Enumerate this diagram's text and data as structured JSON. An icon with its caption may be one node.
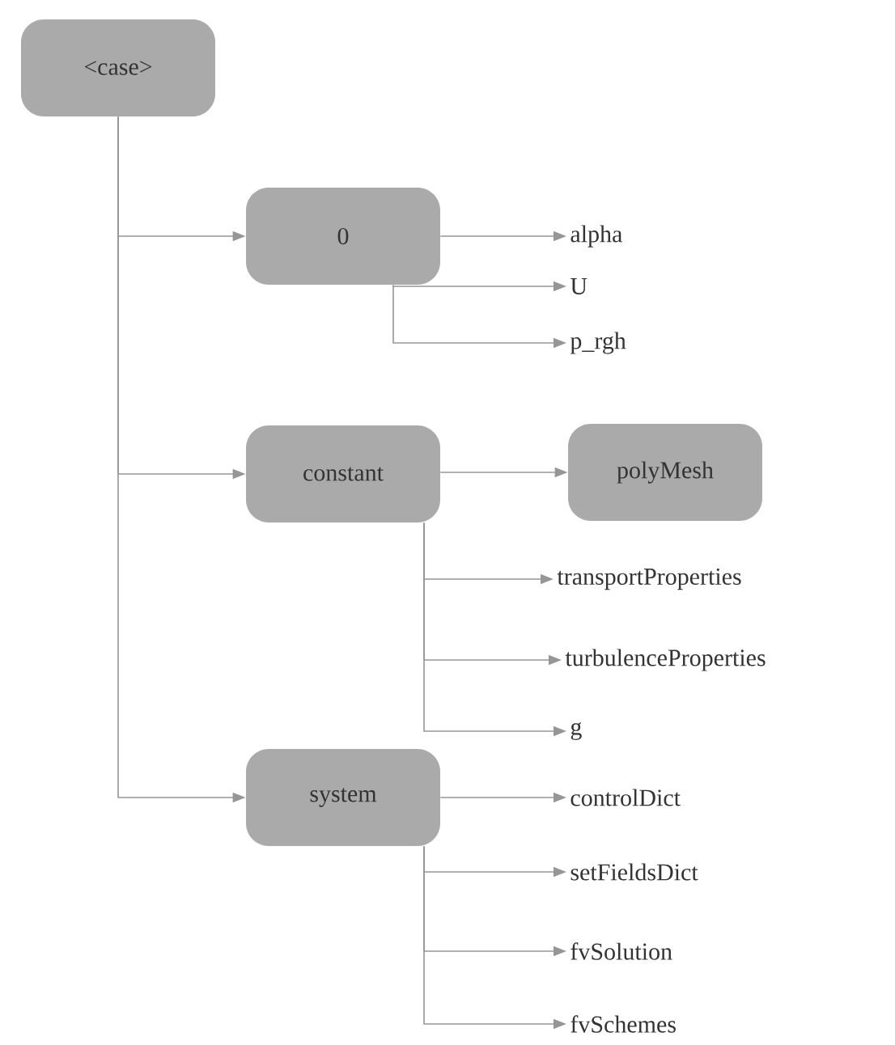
{
  "diagram": {
    "nodes": [
      {
        "text": [
          "<case>"
        ]
      },
      {
        "text": [
          "0"
        ]
      },
      {
        "text": [
          "alpha"
        ]
      },
      {
        "text": [
          "U"
        ]
      },
      {
        "text": [
          "p_rgh"
        ]
      },
      {
        "text": [
          "constant"
        ]
      },
      {
        "text": [
          "polyMesh"
        ]
      },
      {
        "text": [
          "transportProperties"
        ]
      },
      {
        "text": [
          "turbulenceProperties"
        ]
      },
      {
        "text": [
          "g"
        ]
      },
      {
        "text": [
          "system"
        ]
      },
      {
        "text": [
          "controlDict"
        ]
      },
      {
        "text": [
          "setFieldsDict"
        ]
      },
      {
        "text": [
          "fvSolution"
        ]
      },
      {
        "text": [
          "fvSchemes"
        ]
      }
    ],
    "edges": [
      {
        "from": 0,
        "to": 1,
        "arrow": "to"
      },
      {
        "from": 0,
        "to": 5,
        "arrow": "to"
      },
      {
        "from": 0,
        "to": 10,
        "arrow": "to"
      },
      {
        "from": 1,
        "to": 2,
        "arrow": "to"
      },
      {
        "from": 1,
        "to": 3,
        "arrow": "to"
      },
      {
        "from": 1,
        "to": 4,
        "arrow": "to"
      },
      {
        "from": 5,
        "to": 6,
        "arrow": "to"
      },
      {
        "from": 5,
        "to": 7,
        "arrow": "to"
      },
      {
        "from": 5,
        "to": 8,
        "arrow": "to"
      },
      {
        "from": 5,
        "to": 9,
        "arrow": "to"
      },
      {
        "from": 10,
        "to": 11,
        "arrow": "to"
      },
      {
        "from": 10,
        "to": 12,
        "arrow": "to"
      },
      {
        "from": 10,
        "to": 13,
        "arrow": "to"
      },
      {
        "from": 10,
        "to": 14,
        "arrow": "to"
      }
    ]
  }
}
